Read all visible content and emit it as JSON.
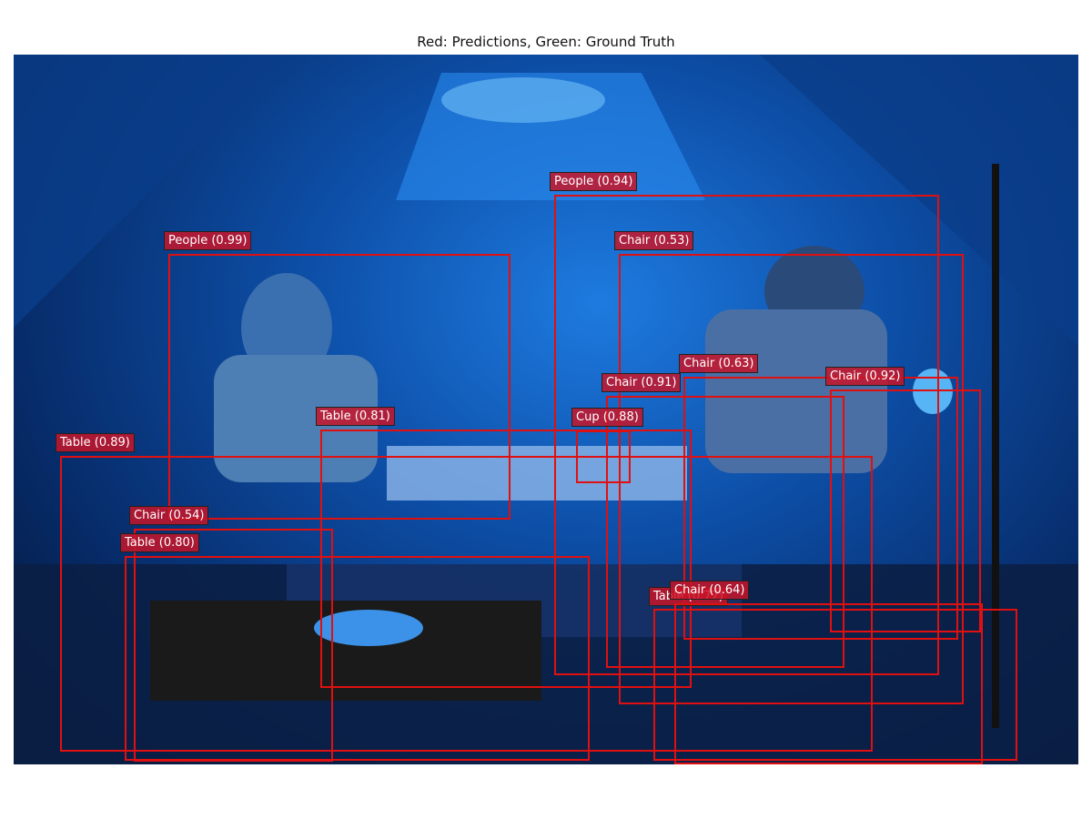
{
  "title": "Red: Predictions, Green: Ground Truth",
  "detections": [
    {
      "label": "People (0.94)"
    },
    {
      "label": "People (0.99)"
    },
    {
      "label": "Chair (0.53)"
    },
    {
      "label": "Chair (0.63)"
    },
    {
      "label": "Chair (0.92)"
    },
    {
      "label": "Chair (0.91)"
    },
    {
      "label": "Table (0.81)"
    },
    {
      "label": "Cup (0.88)"
    },
    {
      "label": "Table (0.89)"
    },
    {
      "label": "Chair (0.54)"
    },
    {
      "label": "Table (0.80)"
    },
    {
      "label": "Chair (0.64)"
    },
    {
      "label": "Table (0.77)"
    }
  ],
  "colors": {
    "prediction": "#e01010",
    "label_bg": "#c81428",
    "scene_primary": "#1e7be0"
  }
}
